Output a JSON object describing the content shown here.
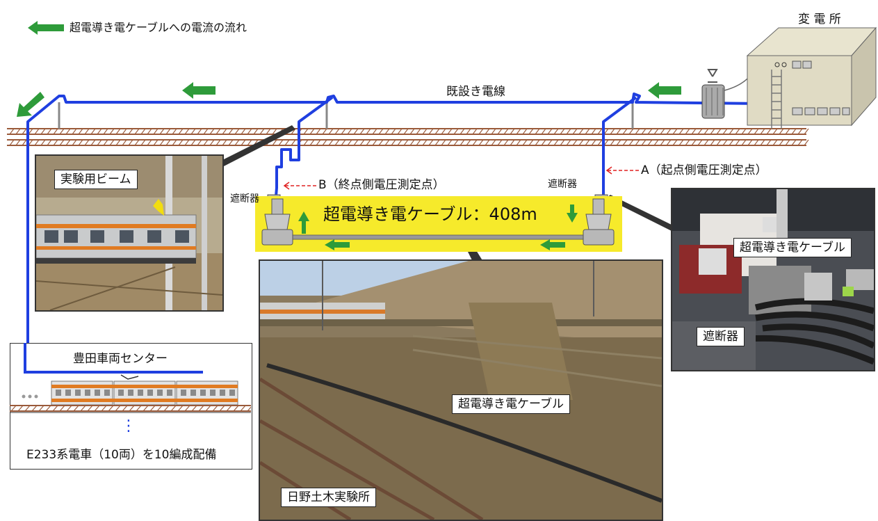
{
  "legend": {
    "arrow_color": "#2e9b3a",
    "label": "超電導き電ケーブルへの電流の流れ"
  },
  "substation": {
    "label": "変 電 所"
  },
  "existing_line": {
    "label": "既設き電線"
  },
  "measure_b": {
    "label": "B（終点側電圧測定点）"
  },
  "measure_a": {
    "label": "A（起点側電圧測定点）"
  },
  "breaker_left": {
    "label": "遮断器"
  },
  "breaker_right": {
    "label": "遮断器"
  },
  "cable_banner": {
    "label": "超電導き電ケーブル：408m",
    "bg": "#f6ea2b"
  },
  "photo_beam": {
    "label": "実験用ビーム"
  },
  "photo_cable": {
    "cable_label": "超電導き電ケーブル",
    "breaker_label": "遮断器"
  },
  "photo_site": {
    "cable_label": "超電導き電ケーブル",
    "site_label": "日野土木実験所"
  },
  "depot": {
    "title": "豊田車両センター",
    "dots": "⋮",
    "caption": "E233系電車（10両）を10編成配備"
  },
  "colors": {
    "wire": "#1f3fe0",
    "rail": "#9a5a3a",
    "arrow": "#2e9b3a",
    "measure_arrow": "#e02020"
  }
}
